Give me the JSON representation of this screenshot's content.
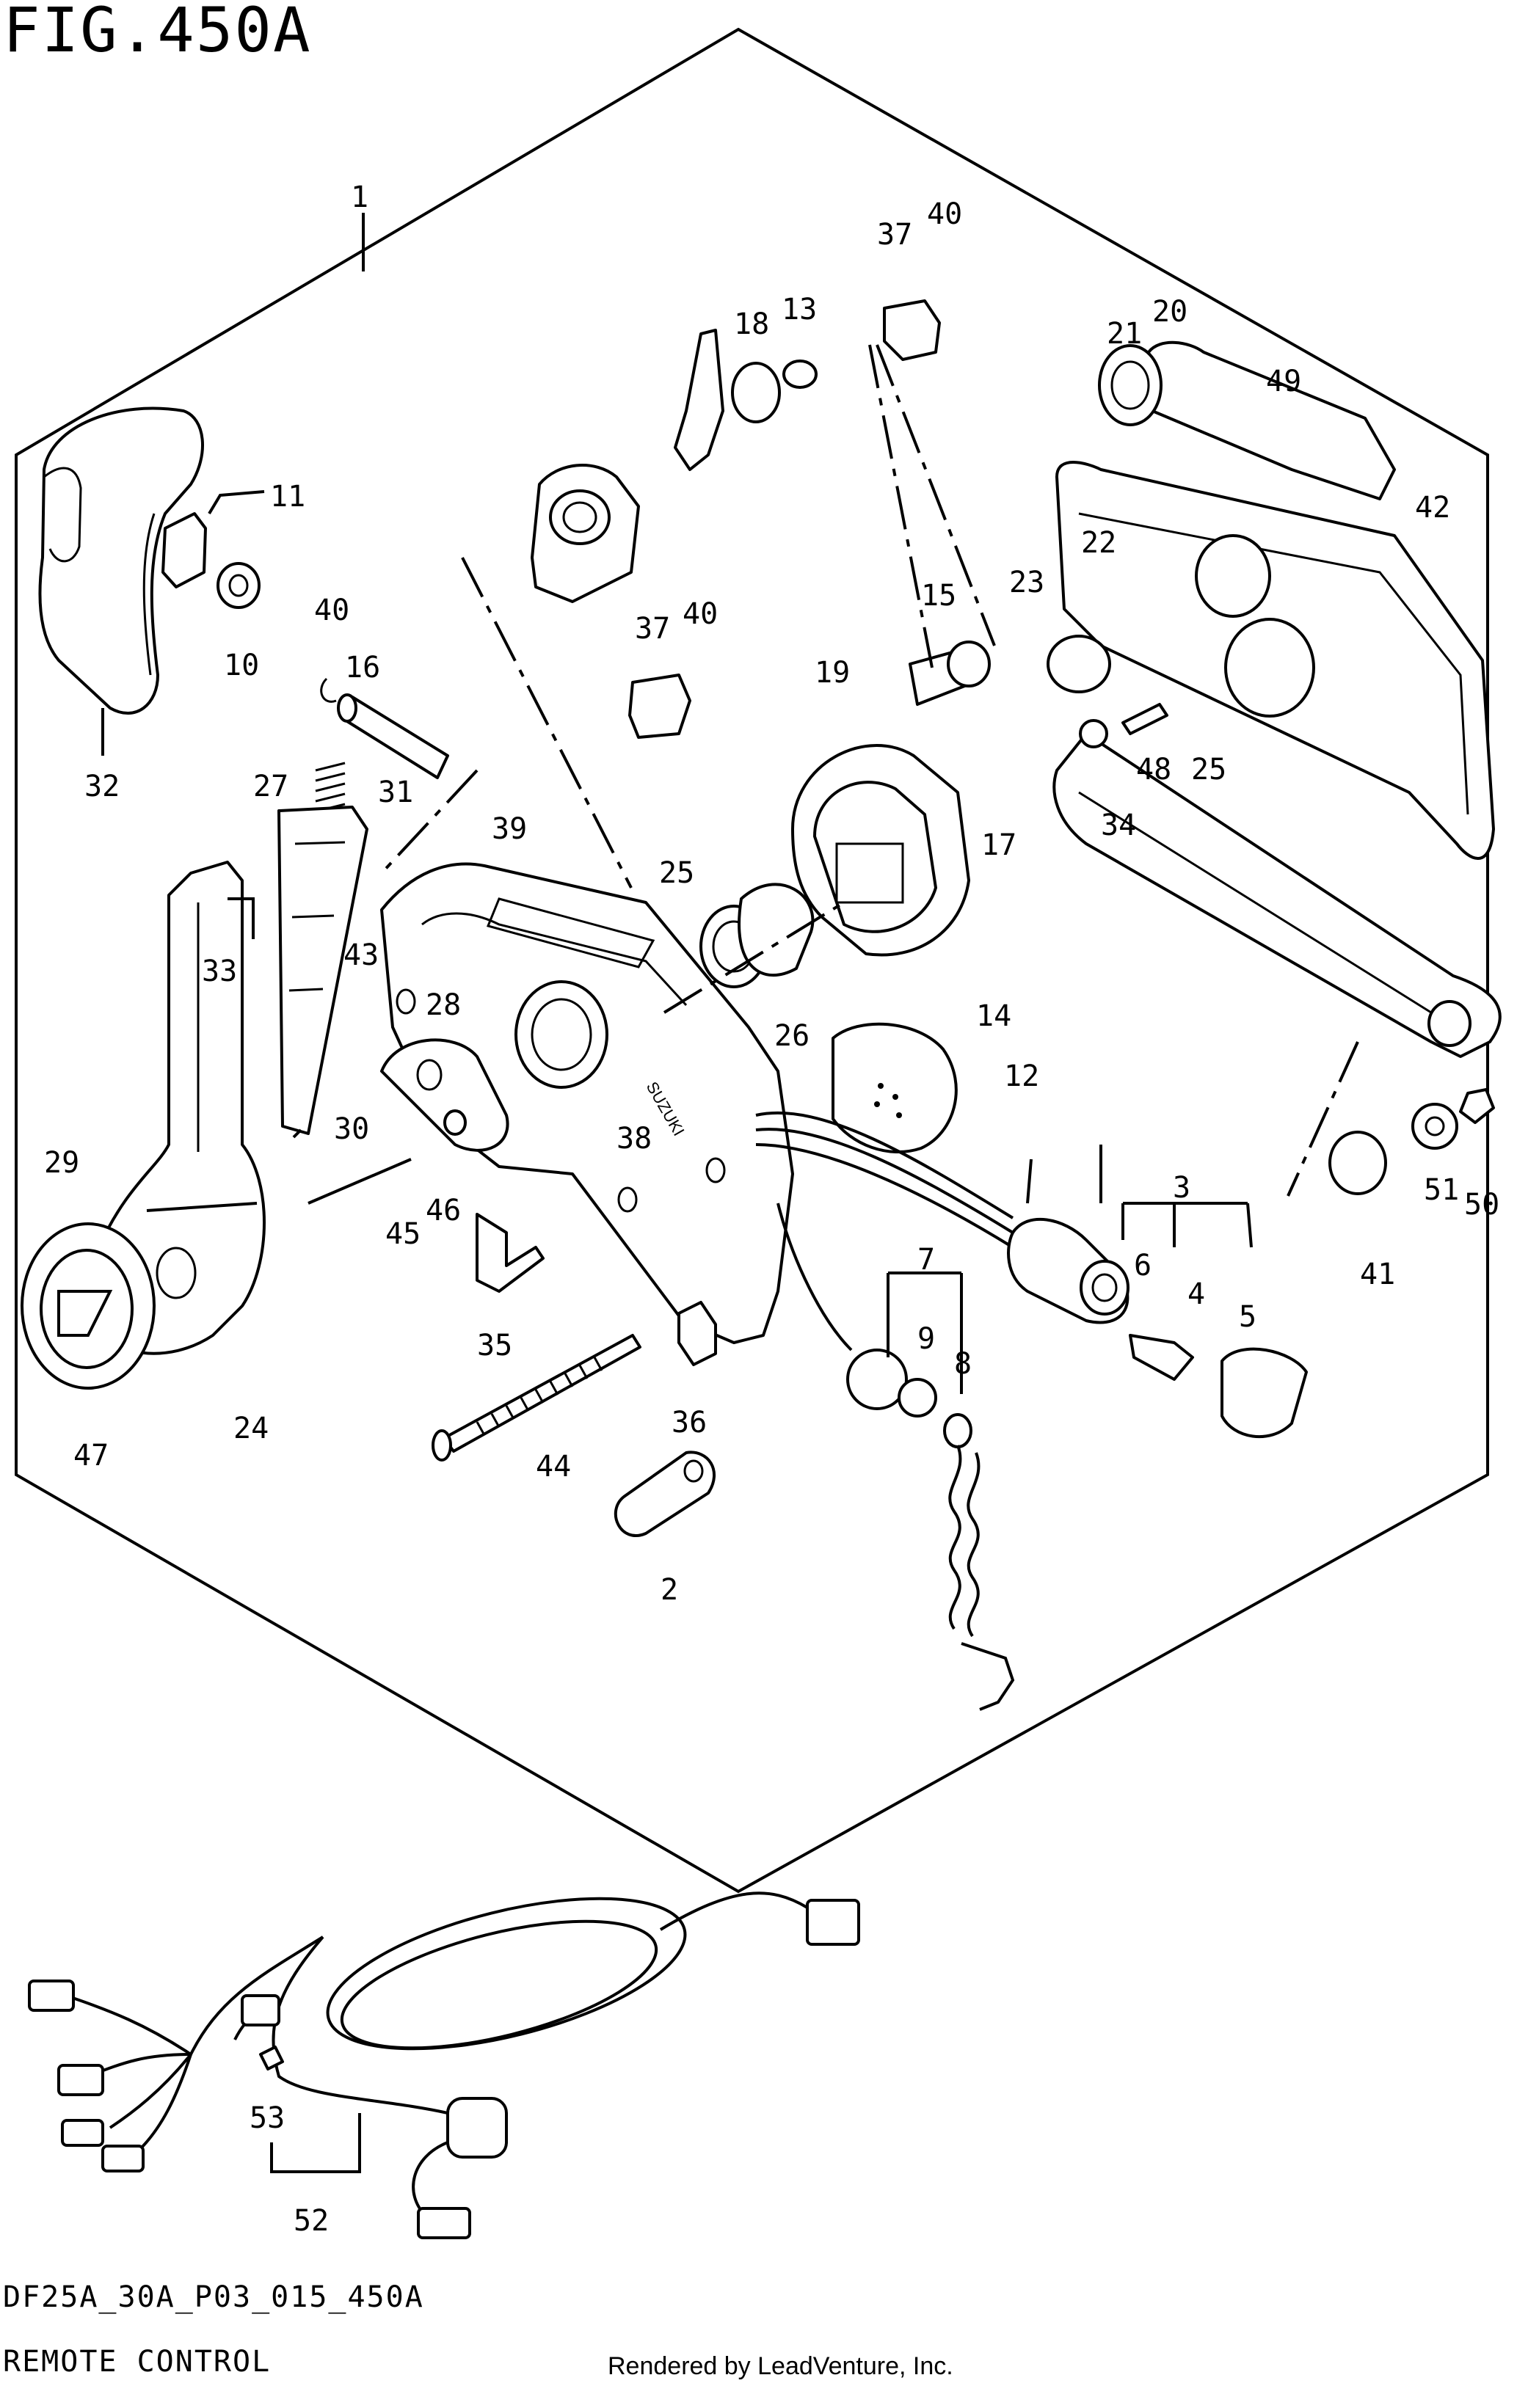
{
  "figure": {
    "title": "FIG.450A",
    "code": "DF25A_30A_P03_015_450A",
    "name": "REMOTE CONTROL",
    "credit": "Rendered by LeadVenture, Inc."
  },
  "part_labels": [
    "1",
    "2",
    "3",
    "4",
    "5",
    "6",
    "7",
    "8",
    "9",
    "10",
    "11",
    "12",
    "13",
    "14",
    "15",
    "16",
    "17",
    "18",
    "19",
    "20",
    "21",
    "22",
    "23",
    "24",
    "25",
    "25",
    "26",
    "27",
    "28",
    "29",
    "30",
    "31",
    "32",
    "33",
    "34",
    "35",
    "36",
    "37",
    "37",
    "38",
    "39",
    "40",
    "40",
    "40",
    "41",
    "42",
    "43",
    "44",
    "45",
    "46",
    "47",
    "48",
    "49",
    "50",
    "51",
    "52",
    "53"
  ],
  "badge_text": "SUZUKI"
}
